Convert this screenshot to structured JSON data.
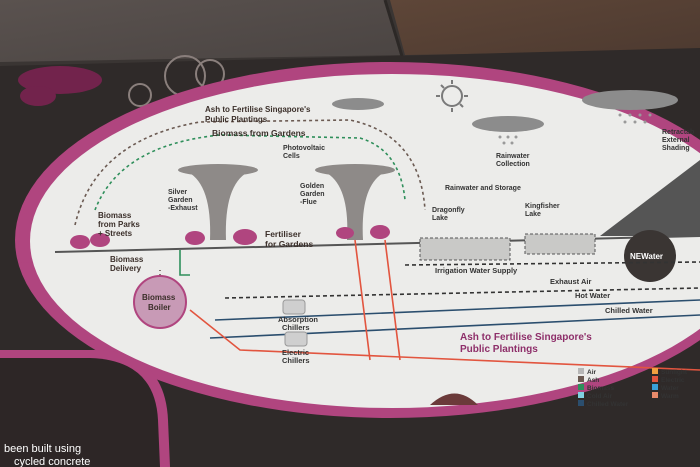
{
  "colors": {
    "panel": "#ececea",
    "magenta": "#b0457f",
    "pavement": "#3a3533",
    "dark_water": "#2b4e6e",
    "red_line": "#e2553f",
    "green_line": "#2f8f5b"
  },
  "labels": {
    "ash_top": "Ash to Fertilise Singapore's",
    "ash_top_2": "Public Plantings",
    "biomass_from_gardens": "Biomass from Gardens",
    "photovoltaic": "Photovoltaic",
    "photovoltaic_2": "Cells",
    "silver_garden": "Silver",
    "silver_garden_2": "Garden",
    "silver_garden_3": "-Exhaust",
    "golden_garden": "Golden",
    "golden_garden_2": "Garden",
    "golden_garden_3": "-Flue",
    "rainwater_collection": "Rainwater",
    "rainwater_collection_2": "Collection",
    "retractable": "Retractab",
    "external": "External",
    "shading": "Shading",
    "rainwater_storage": "Rainwater and Storage",
    "dragonfly_lake": "Dragonfly",
    "dragonfly_lake_2": "Lake",
    "kingfisher_lake": "Kingfisher",
    "kingfisher_lake_2": "Lake",
    "biomass_parks": "Biomass",
    "biomass_parks_2": "from Parks",
    "biomass_parks_3": "+ Streets",
    "fertiliser": "Fertiliser",
    "fertiliser_2": "for Gardens",
    "biomass_delivery": "Biomass",
    "biomass_delivery_2": "Delivery",
    "newater": "NEWater",
    "irrigation": "Irrigation Water Supply",
    "exhaust_air": "Exhaust Air",
    "hot_water": "Hot Water",
    "chilled_water": "Chilled Water",
    "biomass_boiler": "Biomass",
    "biomass_boiler_2": "Boiler",
    "absorption": "Absorption",
    "absorption_2": "Chillers",
    "electric": "Electric",
    "electric_2": "Chillers",
    "ash_bottom": "Ash to Fertilise Singapore's",
    "ash_bottom_2": "Public Plantings",
    "bottom_text_1": "been built using",
    "bottom_text_2": "cycled concrete"
  },
  "legend": [
    {
      "label": "Air",
      "color": "#b7b7b7"
    },
    {
      "label": "Ash",
      "color": "#6b5a52"
    },
    {
      "label": "Biomass",
      "color": "#2f8f5b"
    },
    {
      "label": "Cold Air",
      "color": "#7fd0e0"
    },
    {
      "label": "Chilled Water",
      "color": "#2b4e6e"
    },
    {
      "label": "Sunlight",
      "color": "#f0a040"
    },
    {
      "label": "Electric",
      "color": "#e2553f"
    },
    {
      "label": "Water",
      "color": "#3aa0d8"
    },
    {
      "label": "Warm",
      "color": "#e88a6a"
    }
  ]
}
